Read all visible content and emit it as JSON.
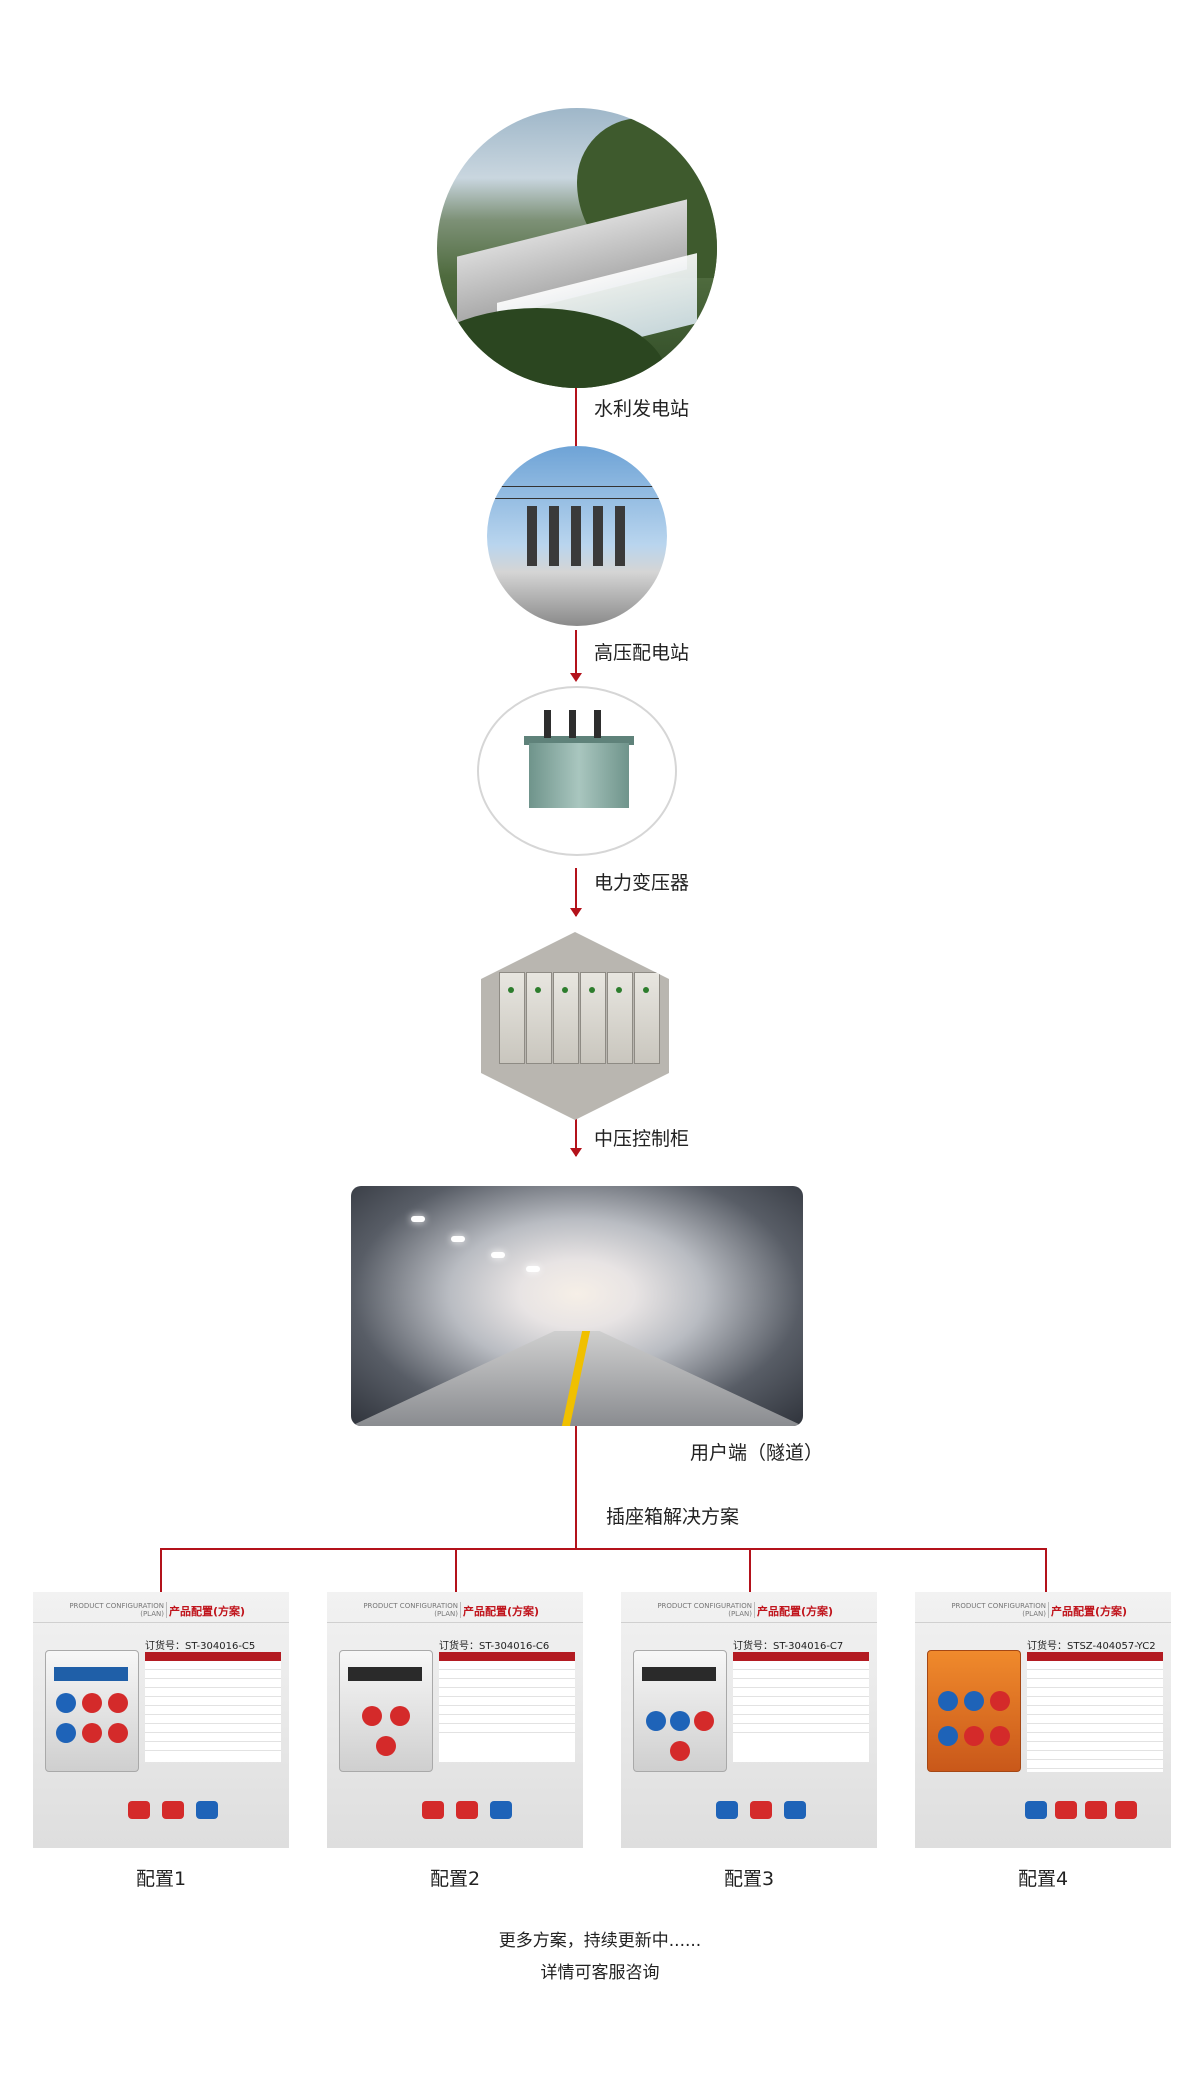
{
  "flow": {
    "step1_label": "水利发电站",
    "step2_label": "高压配电站",
    "step3_label": "电力变压器",
    "step4_label": "中压控制柜",
    "step5_label": "用户端（隧道）",
    "solution_label": "插座箱解决方案"
  },
  "cards": [
    {
      "header_en": "PRODUCT CONFIGURATION (PLAN)",
      "header_cn": "产品配置(方案)",
      "order": "订货号：ST-304016-C5",
      "caption": "配置1"
    },
    {
      "header_en": "PRODUCT CONFIGURATION (PLAN)",
      "header_cn": "产品配置(方案)",
      "order": "订货号：ST-304016-C6",
      "caption": "配置2"
    },
    {
      "header_en": "PRODUCT CONFIGURATION (PLAN)",
      "header_cn": "产品配置(方案)",
      "order": "订货号：ST-304016-C7",
      "caption": "配置3"
    },
    {
      "header_en": "PRODUCT CONFIGURATION (PLAN)",
      "header_cn": "产品配置(方案)",
      "order": "订货号：STSZ-404057-YC2",
      "caption": "配置4"
    }
  ],
  "footer": {
    "line1": "更多方案，持续更新中......",
    "line2": "详情可客服咨询"
  },
  "colors": {
    "accent": "#b3121b"
  }
}
